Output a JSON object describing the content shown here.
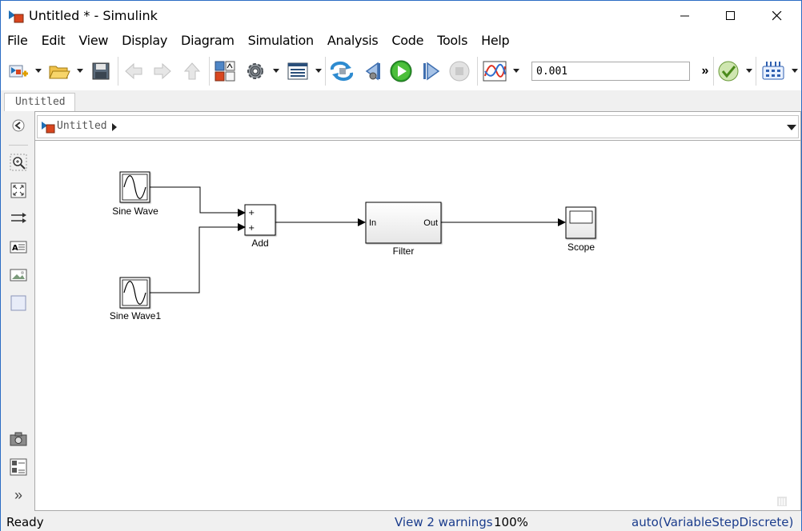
{
  "window": {
    "title": "Untitled * - Simulink"
  },
  "menu": [
    "File",
    "Edit",
    "View",
    "Display",
    "Diagram",
    "Simulation",
    "Analysis",
    "Code",
    "Tools",
    "Help"
  ],
  "toolbar": {
    "stop_time": "0.001",
    "icons": [
      "new-model-icon",
      "open-folder-icon",
      "save-icon",
      "back-icon",
      "forward-icon",
      "up-icon",
      "library-browser-icon",
      "model-config-gear-icon",
      "model-explorer-icon",
      "update-diagram-icon",
      "step-back-icon",
      "run-icon",
      "step-forward-icon",
      "stop-icon",
      "signal-logging-icon",
      "more-icon",
      "model-advisor-icon",
      "build-icon"
    ],
    "accent_run": "#2a9d2a"
  },
  "tab": {
    "label": "Untitled"
  },
  "explorer": {
    "path": "Untitled"
  },
  "blocks": {
    "sine1": {
      "label": "Sine Wave"
    },
    "sine2": {
      "label": "Sine Wave1"
    },
    "add": {
      "label": "Add",
      "port1": "+",
      "port2": "+"
    },
    "filter": {
      "label": "Filter",
      "in": "In",
      "out": "Out"
    },
    "scope": {
      "label": "Scope"
    }
  },
  "status": {
    "ready": "Ready",
    "warnings": "View 2 warnings",
    "zoom": "100%",
    "solver": "auto(VariableStepDiscrete)"
  },
  "palette": [
    "back-icon",
    "zoom-in-icon",
    "fit-view-icon",
    "route-lines-icon",
    "annotation-icon",
    "image-icon",
    "area-icon",
    "screenshot-icon",
    "model-browser-icon",
    "expand-icon"
  ]
}
